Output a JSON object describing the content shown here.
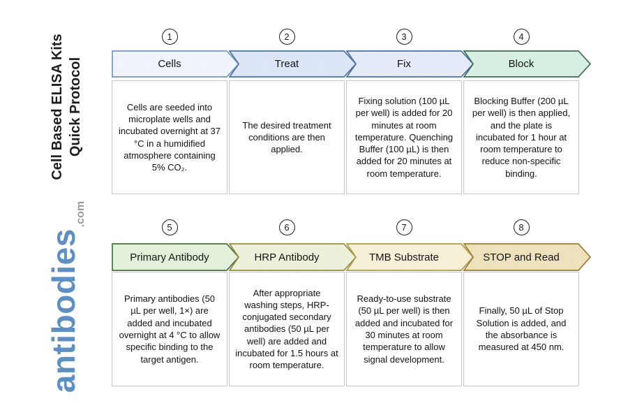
{
  "sidebar": {
    "title_line1": "Cell Based ELISA Kits",
    "title_line2": "Quick Protocol",
    "logo_text": "antibodies",
    "logo_suffix": ".com",
    "logo_color": "#5d8fc2",
    "logo_suffix_color": "#98999b"
  },
  "steps": [
    {
      "number": "1",
      "label": "Cells",
      "description": "Cells are seeded into microplate wells and incubated overnight at 37 °C in a humidified atmosphere containing 5% CO₂.",
      "colors": {
        "fill": "#f0f5fb",
        "border": "#7597b9"
      }
    },
    {
      "number": "2",
      "label": "Treat",
      "description": "The desired treatment conditions are then applied.",
      "colors": {
        "fill": "#dce6f7",
        "border": "#4a72a8"
      }
    },
    {
      "number": "3",
      "label": "Fix",
      "description": "Fixing solution (100 µL per well) is added for 20 minutes at room temperature. Quenching Buffer (100 µL) is then added for 20 minutes at room temperature.",
      "colors": {
        "fill": "#e6ebf9",
        "border": "#4a72a8"
      }
    },
    {
      "number": "4",
      "label": "Block",
      "description": "Blocking Buffer (200 µL per well) is then applied, and the plate is incubated for 1 hour at room temperature to reduce non-specific binding.",
      "colors": {
        "fill": "#d8efe4",
        "border": "#3f6b58"
      }
    },
    {
      "number": "5",
      "label": "Primary Antibody",
      "description": "Primary antibodies (50 µL per well, 1×) are added and incubated overnight at 4 °C to allow specific binding to the target antigen.",
      "colors": {
        "fill": "#e3f1db",
        "border": "#47703d"
      }
    },
    {
      "number": "6",
      "label": "HRP Antibody",
      "description": "After appropriate washing steps, HRP-conjugated secondary antibodies (50 µL per well) are added and incubated for 1.5 hours at room temperature.",
      "colors": {
        "fill": "#ecf2da",
        "border": "#9a8a42"
      }
    },
    {
      "number": "7",
      "label": "TMB Substrate",
      "description": "Ready-to-use substrate (50 µL per well) is then added and incubated for 30 minutes at room temperature to allow signal development.",
      "colors": {
        "fill": "#f6f1d6",
        "border": "#b0984f"
      }
    },
    {
      "number": "8",
      "label": "STOP and Read",
      "description": "Finally, 50 µL of Stop Solution is added, and the absorbance is measured at 450 nm.",
      "colors": {
        "fill": "#eee2bd",
        "border": "#9c7f35"
      }
    }
  ]
}
